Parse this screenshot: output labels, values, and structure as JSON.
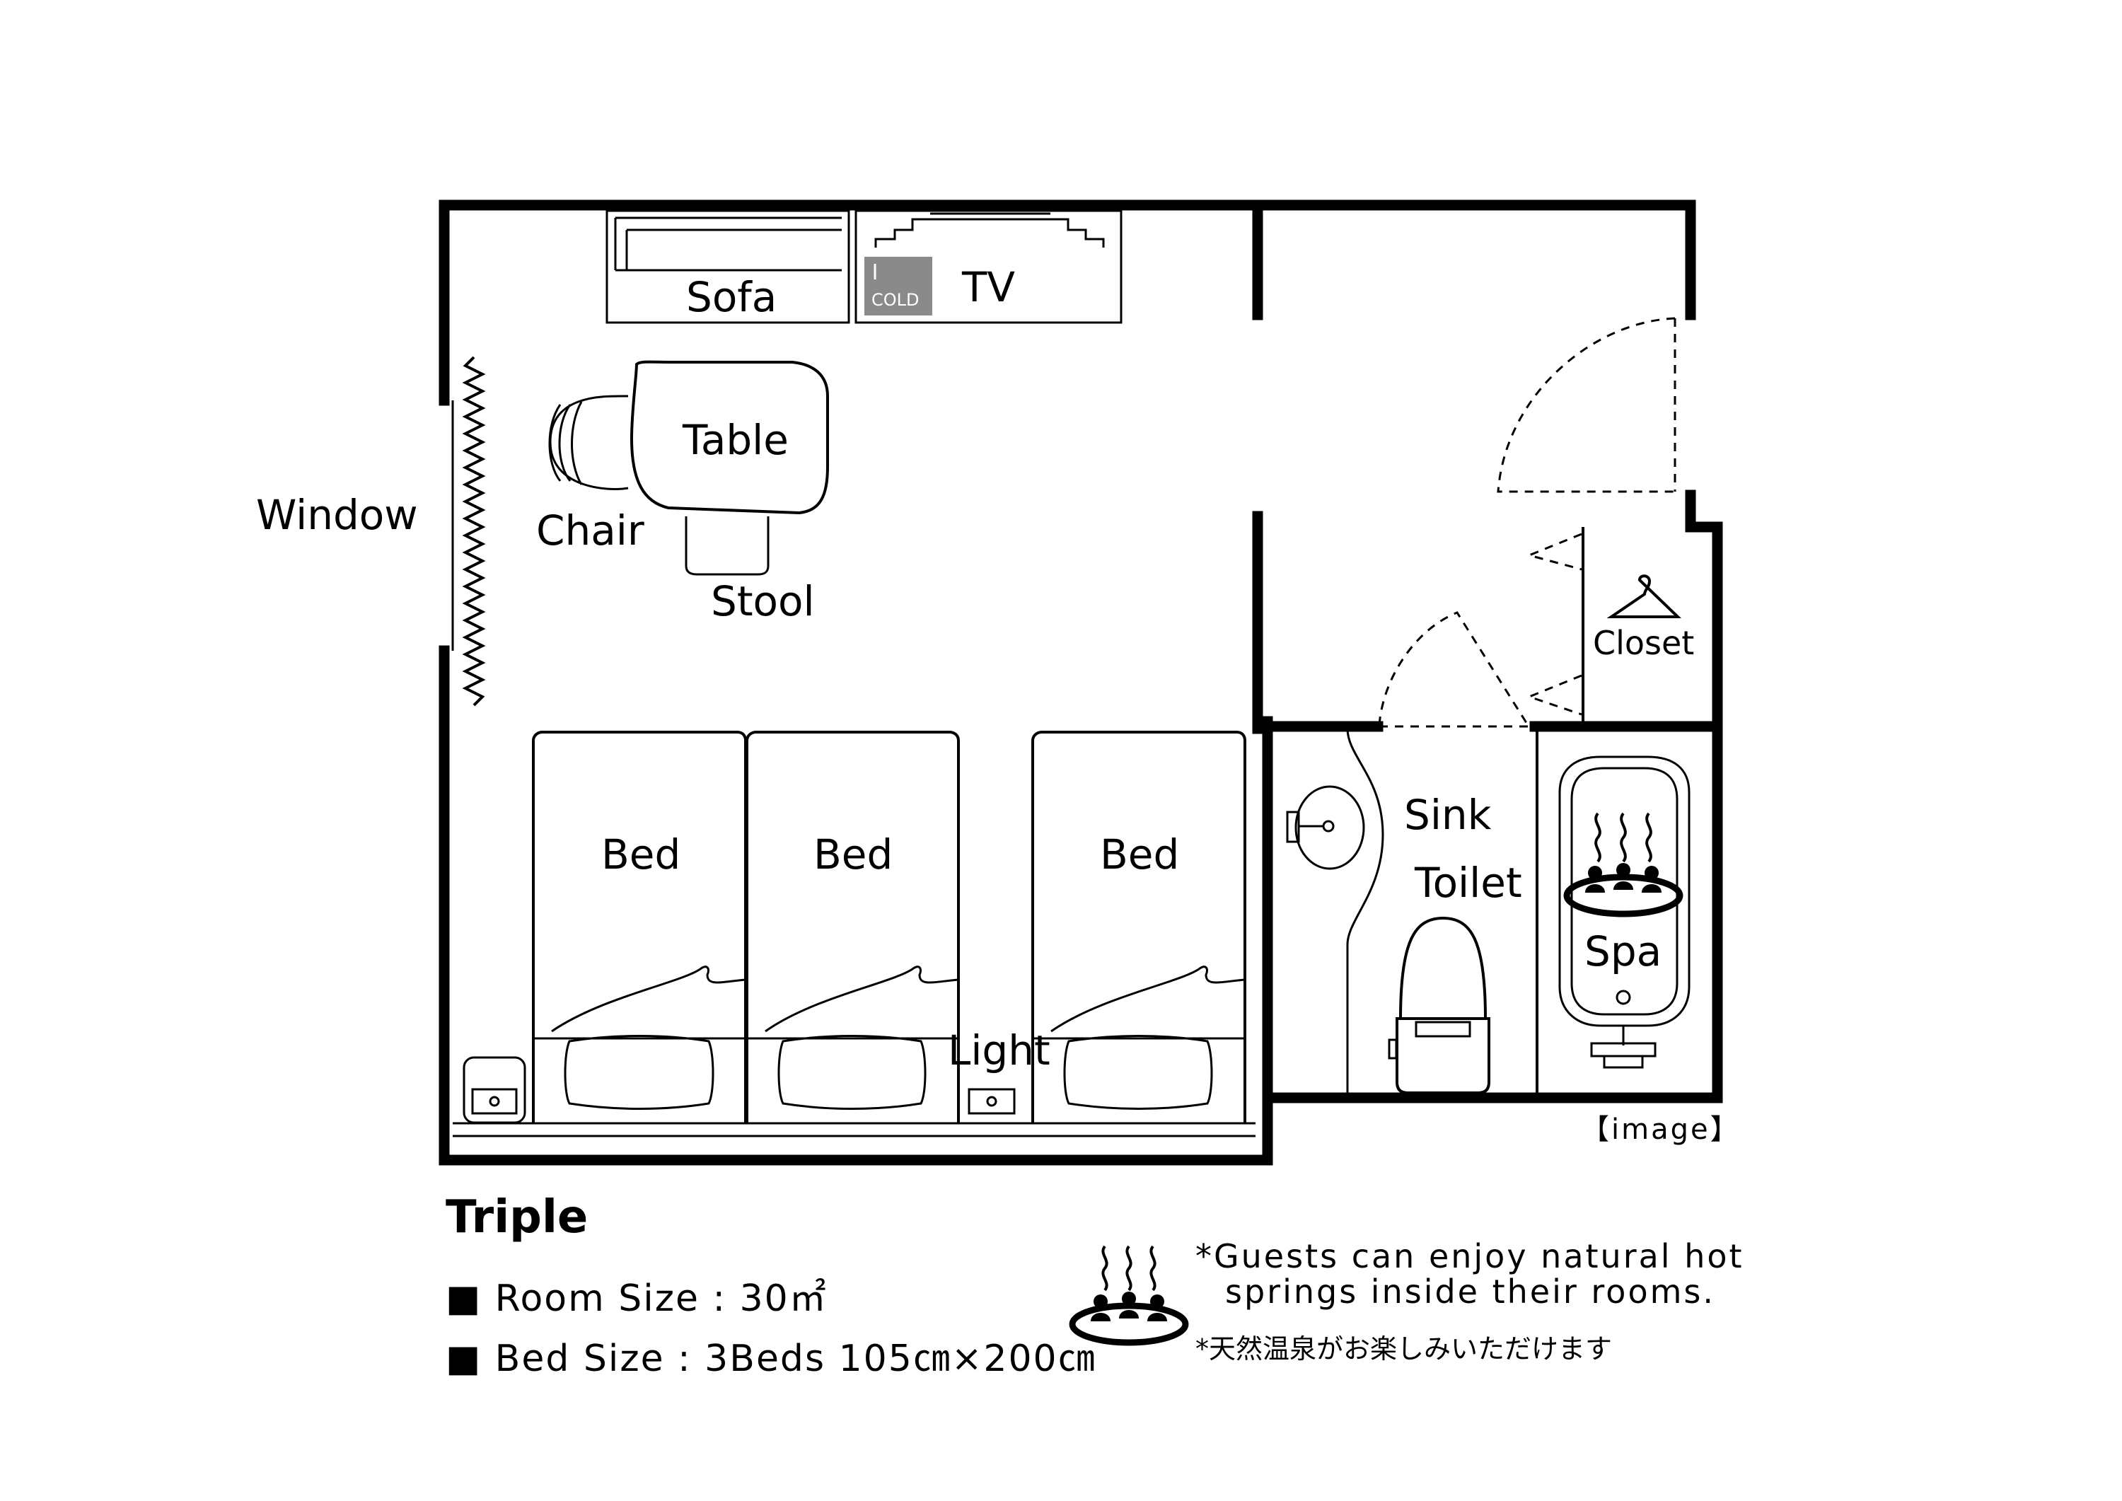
{
  "labels": {
    "sofa": "Sofa",
    "tv": "TV",
    "fridge": "COLD",
    "table": "Table",
    "chair": "Chair",
    "stool": "Stool",
    "window": "Window",
    "closet": "Closet",
    "sink": "Sink",
    "toilet": "Toilet",
    "spa": "Spa",
    "beds": [
      "Bed",
      "Bed",
      "Bed"
    ],
    "light": "Light",
    "image_note": "【image】"
  },
  "room": {
    "title": "Triple",
    "size_line": "■ Room Size : 30㎡",
    "bed_line": "■ Bed Size : 3Beds 105㎝×200㎝"
  },
  "notes": {
    "en_line1": "*Guests can enjoy natural hot",
    "en_line2": "springs inside their rooms.",
    "jp": "*天然温泉がお楽しみいただけます"
  },
  "icons": {
    "hot_spring_bath": "hot-spring-icon",
    "closet": "hanger-icon",
    "spa": "hot-spring-icon"
  },
  "colors": {
    "line": "#000000",
    "fridge": "#8a8a8a",
    "background": "#ffffff"
  }
}
